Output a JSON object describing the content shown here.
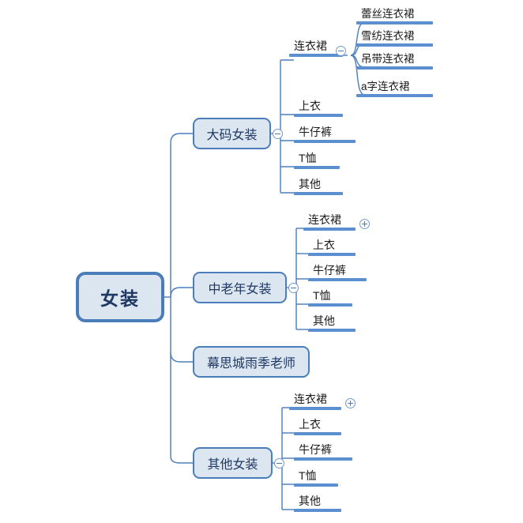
{
  "diagram": {
    "type": "mindmap",
    "title": "女装",
    "colors": {
      "node_fill": "#dce6f1",
      "node_border": "#4a7ebb",
      "underline": "#5b8fd0",
      "root_text": "#1f3864",
      "leaf_text": "#1a1a1a",
      "connector": "#4a7ebb",
      "background": "#ffffff"
    },
    "root": {
      "label": "女装"
    },
    "branches": [
      {
        "label": "大码女装",
        "toggle": "collapse-icon",
        "children": [
          {
            "label": "连衣裙",
            "toggle": "collapse-icon",
            "children": [
              {
                "label": "蕾丝连衣裙"
              },
              {
                "label": "雪纺连衣裙"
              },
              {
                "label": "吊带连衣裙"
              },
              {
                "label": "a字连衣裙"
              }
            ]
          },
          {
            "label": "上衣"
          },
          {
            "label": "牛仔裤"
          },
          {
            "label": "T恤"
          },
          {
            "label": "其他"
          }
        ]
      },
      {
        "label": "中老年女装",
        "toggle": "collapse-icon",
        "children": [
          {
            "label": "连衣裙",
            "toggle": "expand-icon"
          },
          {
            "label": "上衣"
          },
          {
            "label": "牛仔裤"
          },
          {
            "label": "T恤"
          },
          {
            "label": "其他"
          }
        ]
      },
      {
        "label": "幕思城雨季老师",
        "children": []
      },
      {
        "label": "其他女装",
        "toggle": "collapse-icon",
        "children": [
          {
            "label": "连衣裙",
            "toggle": "expand-icon"
          },
          {
            "label": "上衣"
          },
          {
            "label": "牛仔裤"
          },
          {
            "label": "T恤"
          },
          {
            "label": "其他"
          }
        ]
      }
    ]
  }
}
